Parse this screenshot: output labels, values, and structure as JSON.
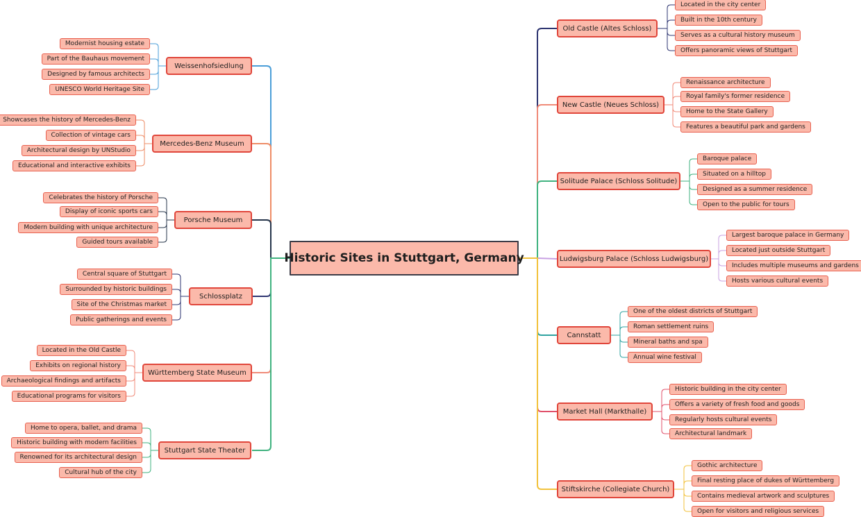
{
  "title": "Historic Sites in Stuttgart, Germany",
  "left": [
    {
      "label": "Weissenhofsiedlung",
      "color": "#4a9ed8",
      "children": [
        "Modernist housing estate",
        "Part of the Bauhaus movement",
        "Designed by famous architects",
        "UNESCO World Heritage Site"
      ]
    },
    {
      "label": "Mercedes-Benz Museum",
      "color": "#ee8c66",
      "children": [
        "Showcases the history of Mercedes-Benz",
        "Collection of vintage cars",
        "Architectural design by UNStudio",
        "Educational and interactive exhibits"
      ]
    },
    {
      "label": "Porsche Museum",
      "color": "#25344a",
      "children": [
        "Celebrates the history of Porsche",
        "Display of iconic sports cars",
        "Modern building with unique architecture",
        "Guided tours available"
      ]
    },
    {
      "label": "Schlossplatz",
      "color": "#2d3470",
      "children": [
        "Central square of Stuttgart",
        "Surrounded by historic buildings",
        "Site of the Christmas market",
        "Public gatherings and events"
      ]
    },
    {
      "label": "Württemberg State Museum",
      "color": "#f08a78",
      "children": [
        "Located in the Old Castle",
        "Exhibits on regional history",
        "Archaeological findings and artifacts",
        "Educational programs for visitors"
      ]
    },
    {
      "label": "Stuttgart State Theater",
      "color": "#3fb27f",
      "children": [
        "Home to opera, ballet, and drama",
        "Historic building with modern facilities",
        "Renowned for its architectural design",
        "Cultural hub of the city"
      ]
    }
  ],
  "right": [
    {
      "label": "Old Castle (Altes Schloss)",
      "color": "#2d3470",
      "children": [
        "Located in the city center",
        "Built in the 10th century",
        "Serves as a cultural history museum",
        "Offers panoramic views of Stuttgart"
      ]
    },
    {
      "label": "New Castle (Neues Schloss)",
      "color": "#f08a78",
      "children": [
        "Renaissance architecture",
        "Royal family's former residence",
        "Home to the State Gallery",
        "Features a beautiful park and gardens"
      ]
    },
    {
      "label": "Solitude Palace (Schloss Solitude)",
      "color": "#3fb27f",
      "children": [
        "Baroque palace",
        "Situated on a hilltop",
        "Designed as a summer residence",
        "Open to the public for tours"
      ]
    },
    {
      "label": "Ludwigsburg Palace (Schloss Ludwigsburg)",
      "color": "#c8a0e2",
      "children": [
        "Largest baroque palace in Germany",
        "Located just outside Stuttgart",
        "Includes multiple museums and gardens",
        "Hosts various cultural events"
      ]
    },
    {
      "label": "Cannstatt",
      "color": "#2fa3a0",
      "children": [
        "One of the oldest districts of Stuttgart",
        "Roman settlement ruins",
        "Mineral baths and spa",
        "Annual wine festival"
      ]
    },
    {
      "label": "Market Hall (Markthalle)",
      "color": "#e0506a",
      "children": [
        "Historic building in the city center",
        "Offers a variety of fresh food and goods",
        "Regularly hosts cultural events",
        "Architectural landmark"
      ]
    },
    {
      "label": "Stiftskirche (Collegiate Church)",
      "color": "#f2c23c",
      "children": [
        "Gothic architecture",
        "Final resting place of dukes of Württemberg",
        "Contains medieval artwork and sculptures",
        "Open for visitors and religious services"
      ]
    }
  ]
}
